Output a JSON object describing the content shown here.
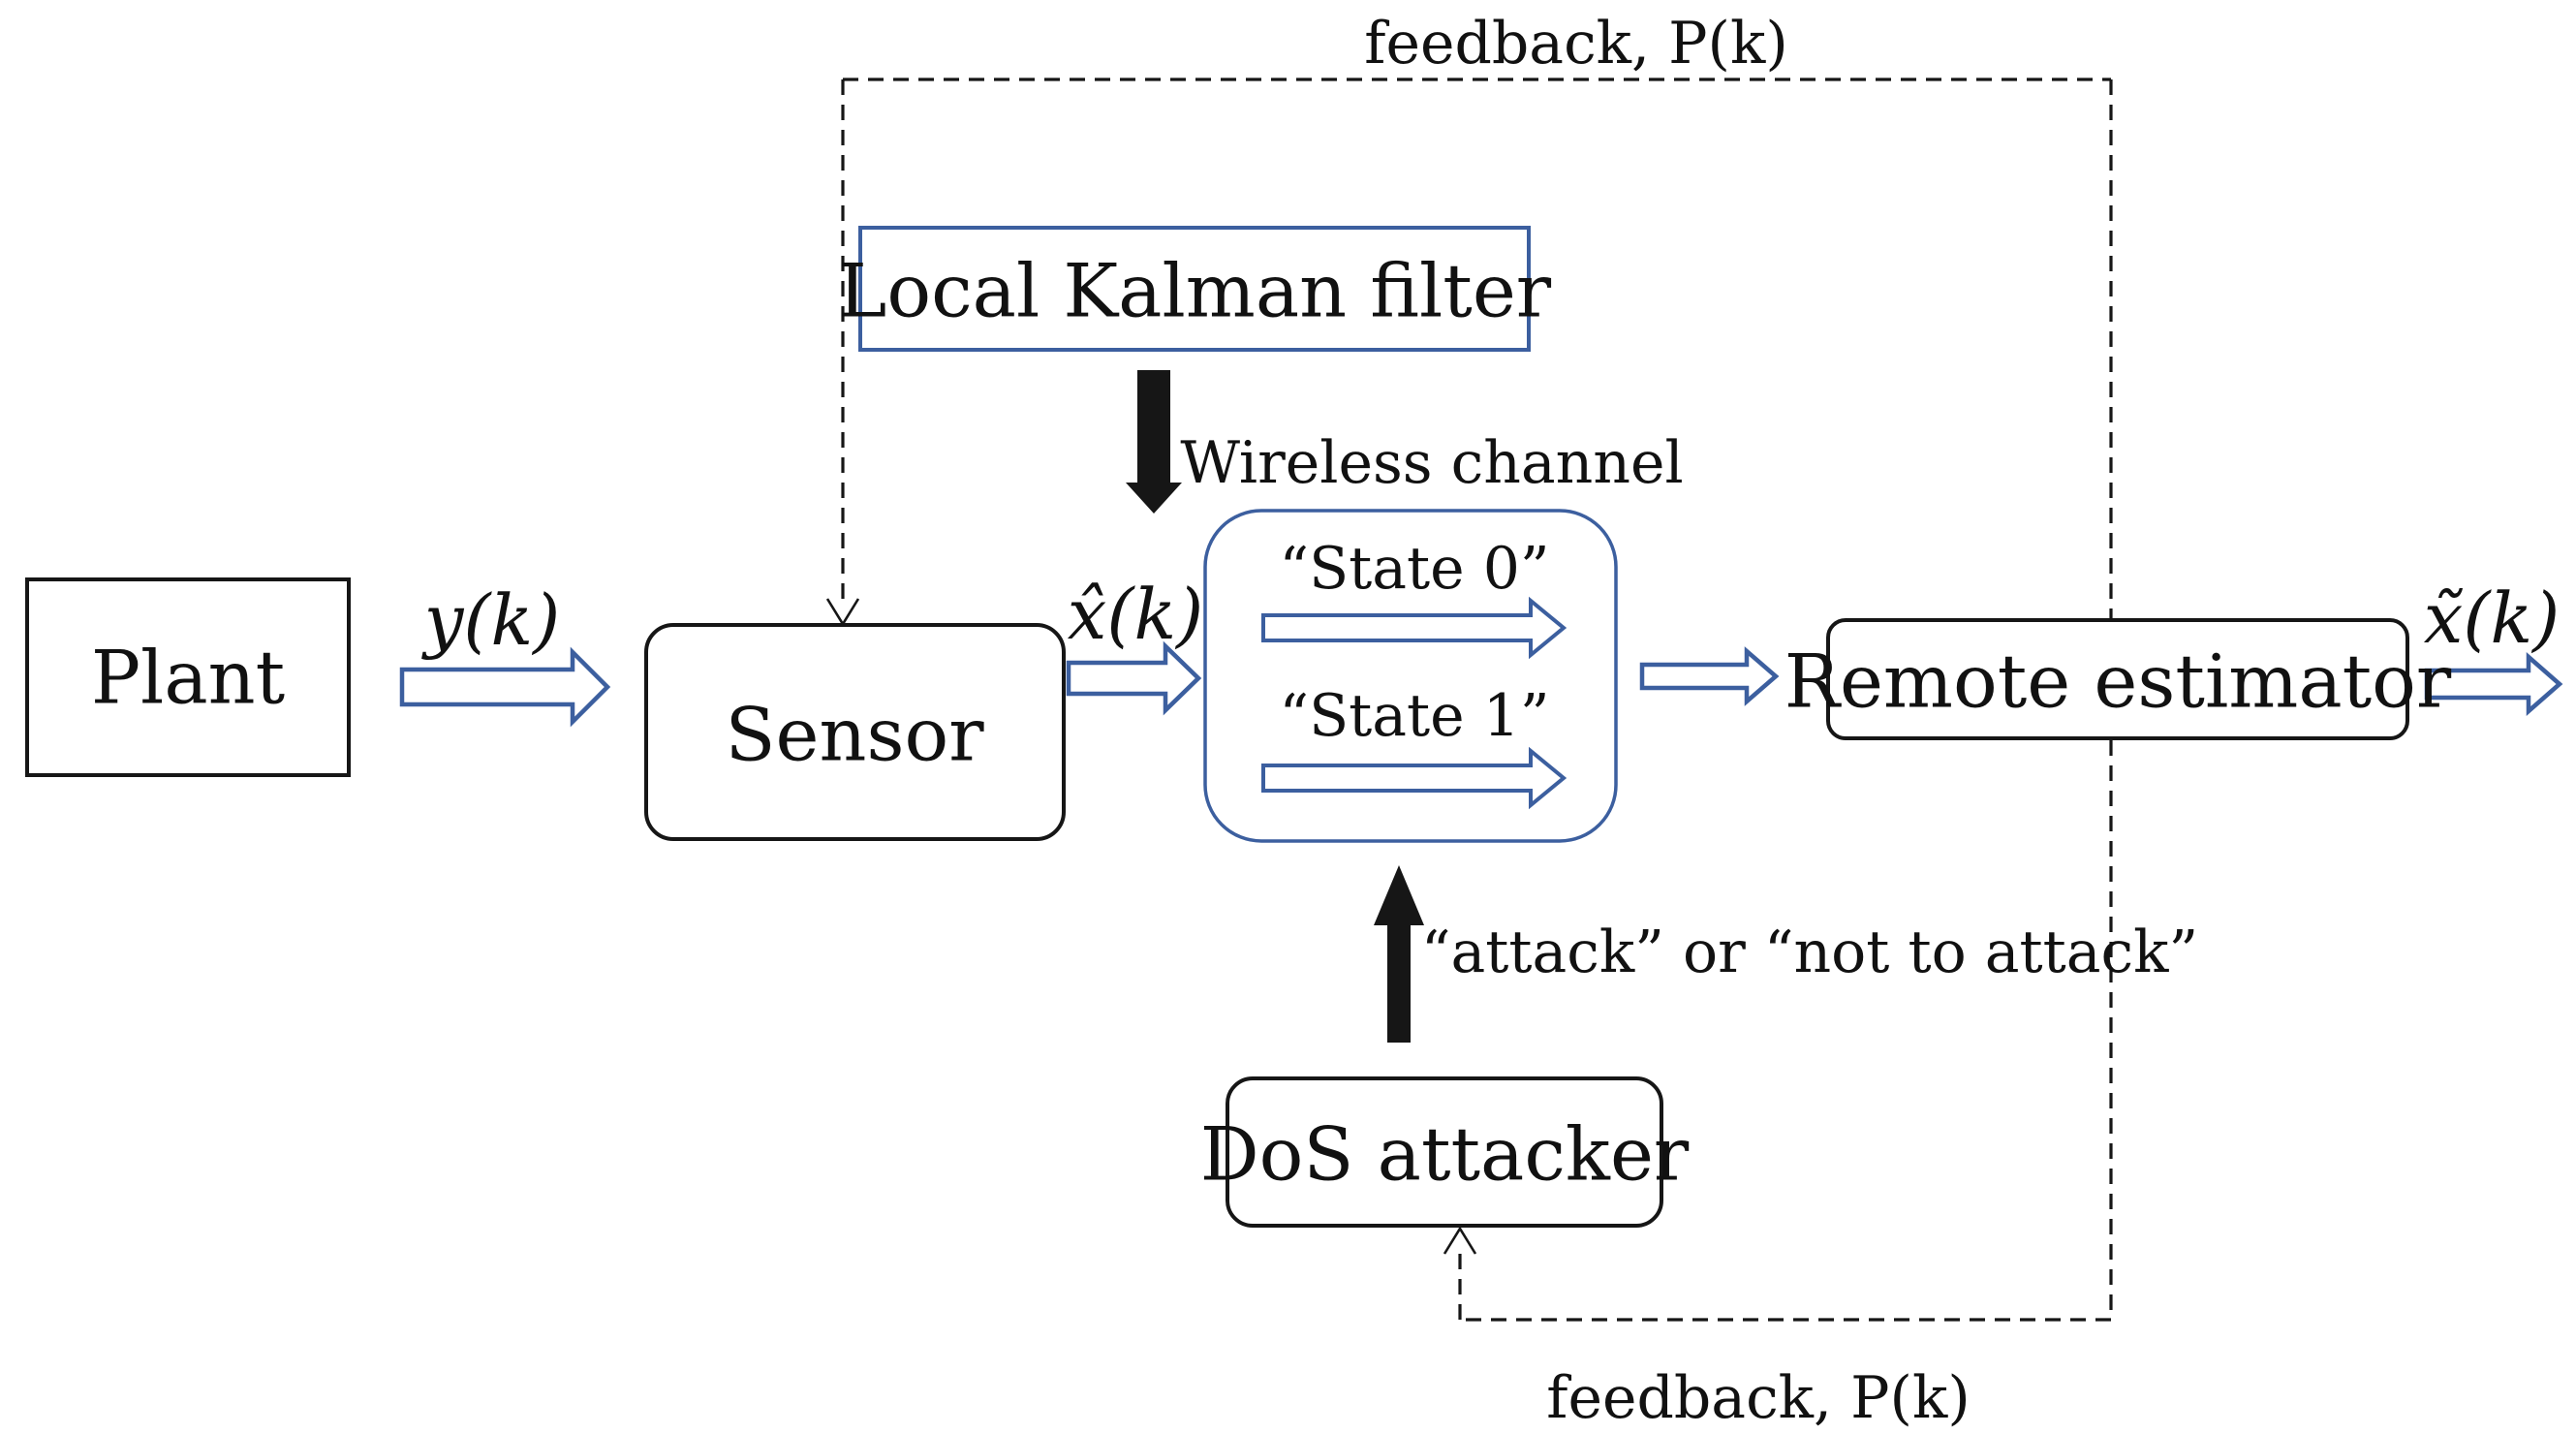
{
  "diagram": {
    "type": "block-diagram",
    "topic": "Remote state estimation under DoS attack",
    "colors": {
      "accent_blue": "#3C5F9F",
      "line_black": "#161616",
      "background": "#ffffff"
    },
    "nodes": {
      "plant": {
        "label": "Plant"
      },
      "sensor": {
        "label": "Sensor"
      },
      "kalman": {
        "label": "Local Kalman filter"
      },
      "wireless": {
        "title": "Wireless channel",
        "state0": "“State 0”",
        "state1": "“State 1”"
      },
      "remote": {
        "label": "Remote estimator"
      },
      "dos": {
        "label": "DoS attacker"
      }
    },
    "labels": {
      "feedback_top": "feedback, P(k)",
      "feedback_bottom": "feedback, P(k)",
      "y_k": "y(k)",
      "x_hat_k": "x̂(k)",
      "x_tilde_k": "x̃(k)",
      "attack_choice": "“attack”  or  “not to attack”"
    }
  }
}
